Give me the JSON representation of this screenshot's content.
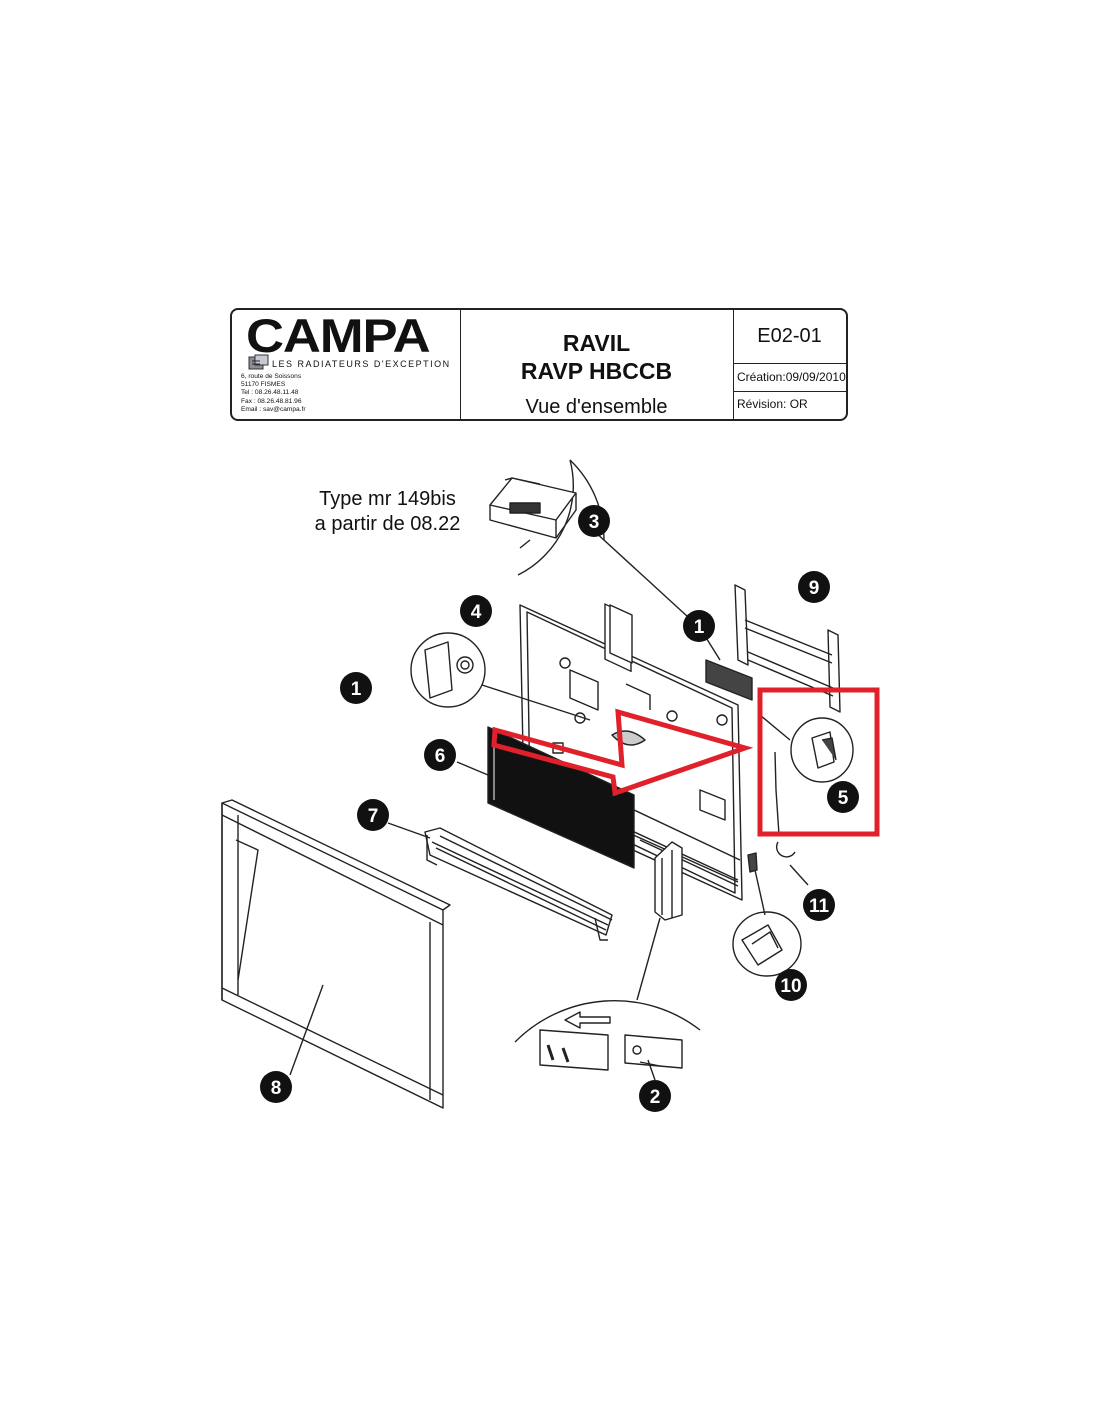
{
  "title_block": {
    "logo": {
      "brand": "CAMPA",
      "tagline": "LES RADIATEURS D'EXCEPTION",
      "address": [
        "6, route de Soissons",
        "51170 FISMES",
        "Tel : 08.26.48.11.48",
        "Fax : 08.26.48.81.96",
        "Email : sav@campa.fr"
      ]
    },
    "title_line1": "RAVIL",
    "title_line2": "RAVP HBCCB",
    "subtitle": "Vue d'ensemble",
    "ref_code": "E02-01",
    "creation": "Création:09/09/2010",
    "revision": "Révision: OR"
  },
  "note": [
    "Type mr 149bis",
    "a partir de 08.22"
  ],
  "callouts": [
    "1",
    "1",
    "2",
    "3",
    "4",
    "5",
    "6",
    "7",
    "8",
    "9",
    "10",
    "11"
  ],
  "colors": {
    "highlight": "#e0202a",
    "badge": "#111111",
    "line": "#222222"
  },
  "icons": {
    "logo_mark": "campa-logo-mark"
  }
}
